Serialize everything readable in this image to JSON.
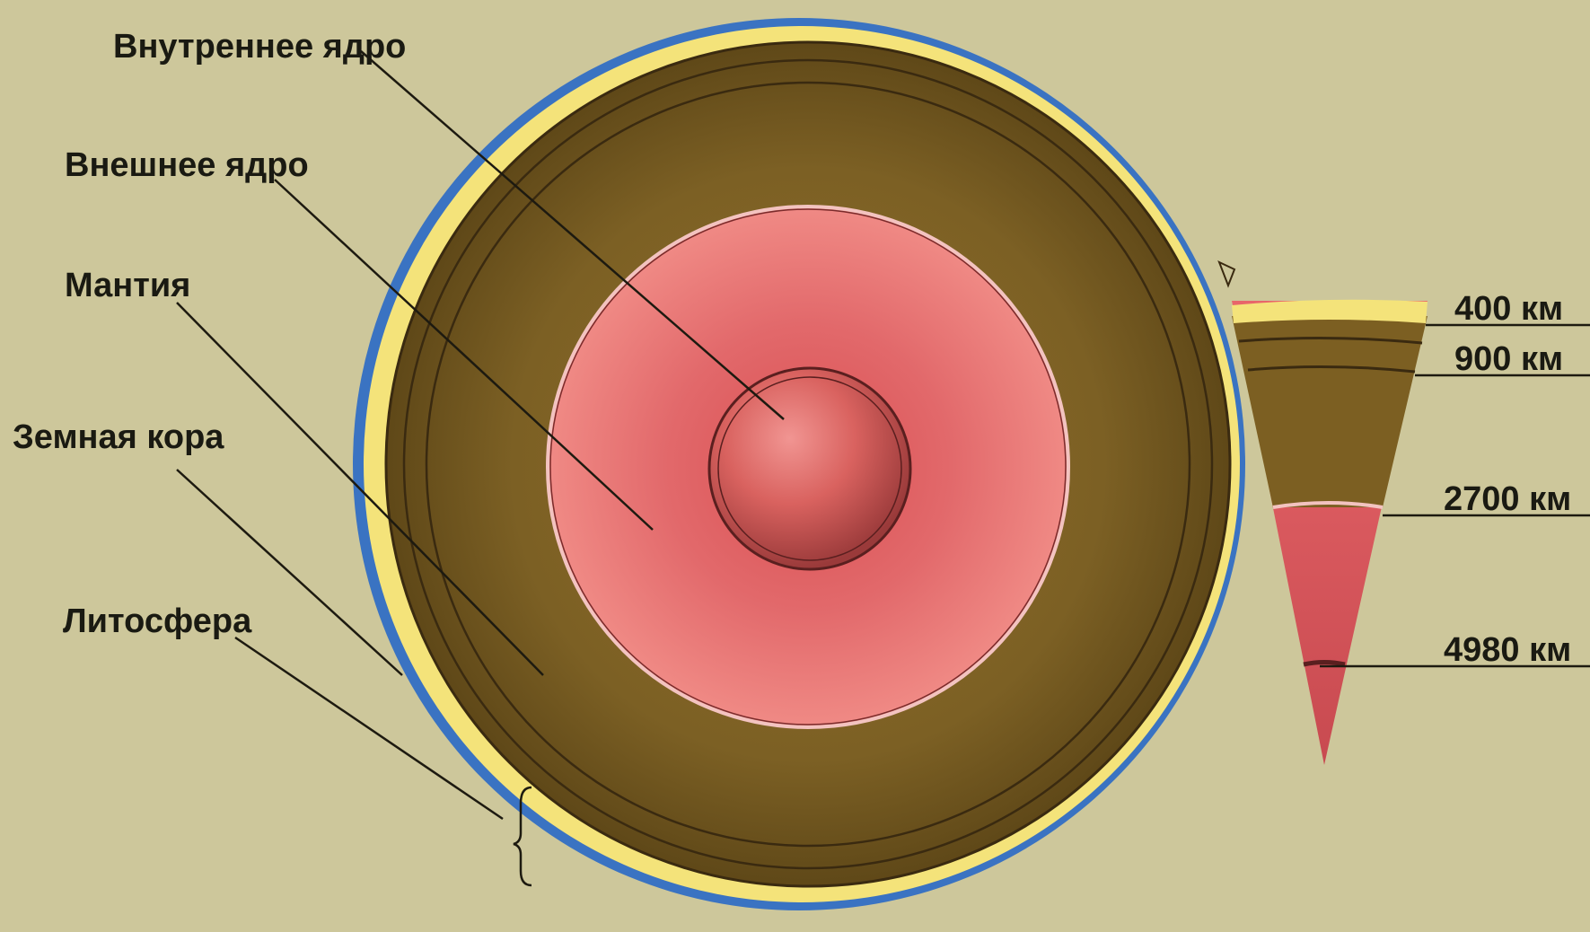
{
  "labels": {
    "inner_core": "Внутреннее ядро",
    "outer_core": "Внешнее ядро",
    "mantle": "Мантия",
    "crust": "Земная кора",
    "lithosphere": "Литосфера"
  },
  "depths": [
    {
      "value": "400 км"
    },
    {
      "value": "900 км"
    },
    {
      "value": "2700 км"
    },
    {
      "value": "4980 км"
    }
  ],
  "colors": {
    "background": "#cdc79b",
    "mantle": "#7a5f22",
    "crust": "#f4e37a",
    "ocean": "#3a73c2",
    "outer_core": "#e5676a",
    "inner_core": "#c95558",
    "ring_line": "#3a2a10"
  }
}
